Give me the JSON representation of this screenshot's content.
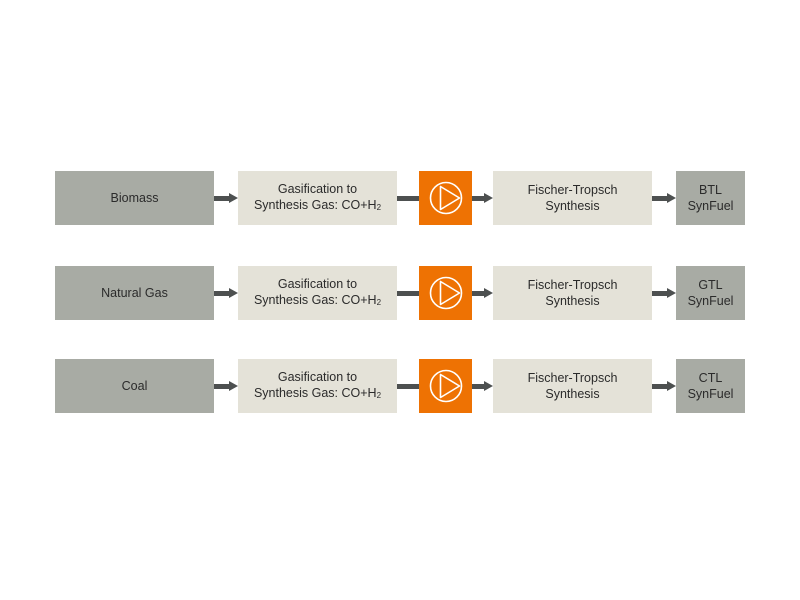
{
  "rows": [
    {
      "source": "Biomass",
      "gasification_line1": "Gasification to",
      "gasification_line2": "Synthesis Gas: CO+H",
      "gasification_sub": "2",
      "synthesis_line1": "Fischer-Tropsch",
      "synthesis_line2": "Synthesis",
      "product_line1": "BTL",
      "product_line2": "SynFuel"
    },
    {
      "source": "Natural Gas",
      "gasification_line1": "Gasification to",
      "gasification_line2": "Synthesis Gas: CO+H",
      "gasification_sub": "2",
      "synthesis_line1": "Fischer-Tropsch",
      "synthesis_line2": "Synthesis",
      "product_line1": "GTL",
      "product_line2": "SynFuel"
    },
    {
      "source": "Coal",
      "gasification_line1": "Gasification to",
      "gasification_line2": "Synthesis Gas: CO+H",
      "gasification_sub": "2",
      "synthesis_line1": "Fischer-Tropsch",
      "synthesis_line2": "Synthesis",
      "product_line1": "CTL",
      "product_line2": "SynFuel"
    }
  ],
  "colors": {
    "source_box": "#a8aba4",
    "process_box": "#e4e2d8",
    "pump_box": "#ee7203",
    "arrow": "#4d5050"
  },
  "icons": {
    "pump": "pump-icon"
  }
}
